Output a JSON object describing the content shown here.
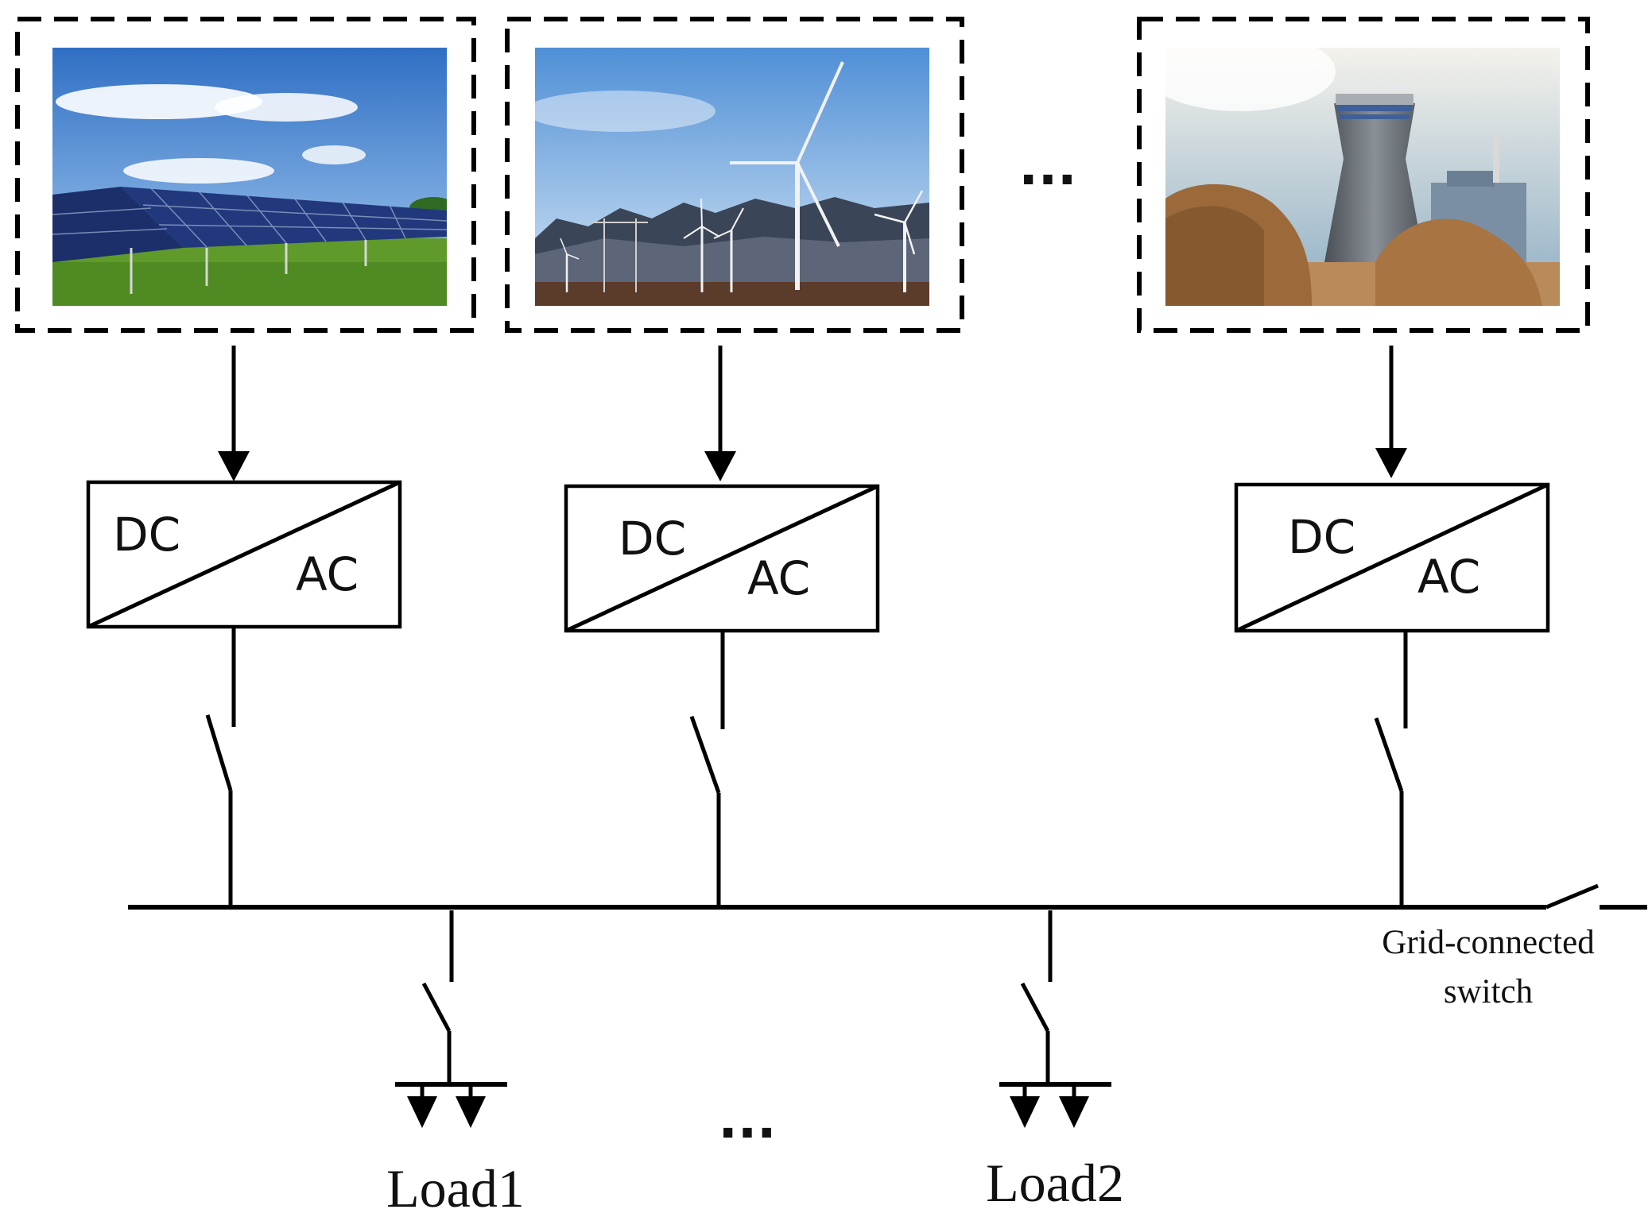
{
  "sources": [
    {
      "name": "solar-panel",
      "converter": {
        "top": "DC",
        "bottom": "AC"
      }
    },
    {
      "name": "wind-turbine",
      "converter": {
        "top": "DC",
        "bottom": "AC"
      }
    },
    {
      "name": "thermal-plant",
      "converter": {
        "top": "DC",
        "bottom": "AC"
      }
    }
  ],
  "source_ellipsis": "...",
  "load_ellipsis": "...",
  "loads": [
    {
      "label": "Load1"
    },
    {
      "label": "Load2"
    }
  ],
  "grid_switch": {
    "line1": "Grid-connected",
    "line2": "switch"
  },
  "colors": {
    "sky_top": "#3d7fd0",
    "sky_bottom": "#b9d7f2",
    "grass": "#5f9a2a",
    "panel": "#1c2f6b",
    "mountain": "#3b4558",
    "ground": "#5b3b2a",
    "tower": "#6b7077",
    "hay": "#9c6a3a"
  }
}
